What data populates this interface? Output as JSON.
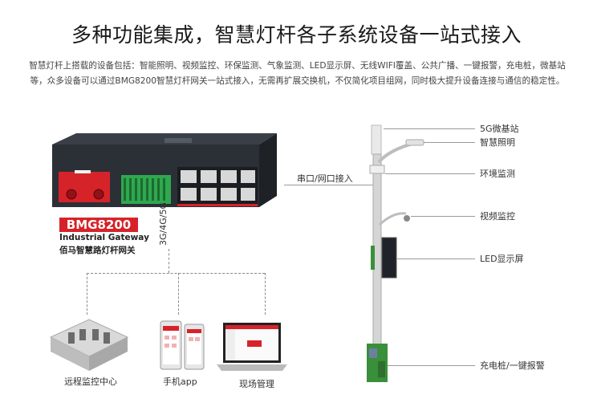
{
  "header": {
    "title": "多种功能集成，智慧灯杆各子系统设备一站式接入",
    "description": "智慧灯杆上搭载的设备包括：智能照明、视频监控、环保监测、气象监测、LED显示屏、无线WIFI覆盖、公共广播、一键报警，充电桩，微基站等，众多设备可以通过BMG8200智慧灯杆网关一站式接入，无需再扩展交换机，不仅简化项目组网，同时极大提升设备连接与通信的稳定性。"
  },
  "gateway": {
    "model": "BMG8200",
    "subtitle": "Industrial Gateway",
    "cn_name": "佰马智慧路灯杆网关",
    "network_label": "3G/4G/5G",
    "link_label": "串口/网口接入"
  },
  "clients": [
    {
      "label": "远程监控中心"
    },
    {
      "label": "手机app"
    },
    {
      "label": "现场管理"
    }
  ],
  "pole_callouts": [
    {
      "label": "5G微基站"
    },
    {
      "label": "智慧照明"
    },
    {
      "label": "环境监测"
    },
    {
      "label": "视频监控"
    },
    {
      "label": "LED显示屏"
    },
    {
      "label": "充电桩/一键报警"
    }
  ],
  "colors": {
    "brand_red": "#d6232a",
    "terminal_green": "#2fa84f",
    "pole_green": "#3a8f3a",
    "device_body": "#2b2f36"
  }
}
